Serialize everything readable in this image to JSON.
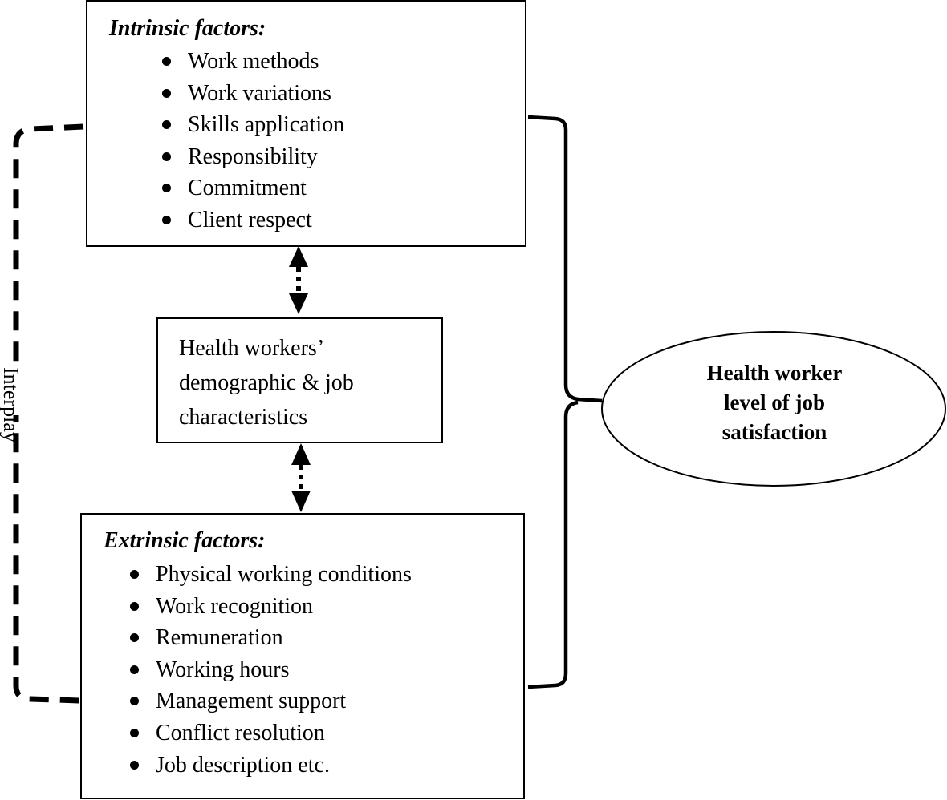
{
  "diagram": {
    "intrinsic": {
      "title": "Intrinsic factors:",
      "items": [
        "Work methods",
        "Work variations",
        "Skills application",
        "Responsibility",
        "Commitment",
        "Client respect"
      ]
    },
    "demographic": {
      "text": "Health workers’\ndemographic & job\ncharacteristics"
    },
    "extrinsic": {
      "title": "Extrinsic factors:",
      "items": [
        "Physical working conditions",
        "Work recognition",
        "Remuneration",
        "Working hours",
        "Management support",
        "Conflict resolution",
        "Job description etc."
      ]
    },
    "interplay_label": "Interplay",
    "outcome": {
      "text": "Health worker\nlevel of job\nsatisfaction"
    },
    "connectors": {
      "intrinsic_demographic": "double-arrow-dotted",
      "demographic_extrinsic": "double-arrow-dotted",
      "interplay": "dashed-bracket",
      "outcome": "curly-brace"
    }
  }
}
